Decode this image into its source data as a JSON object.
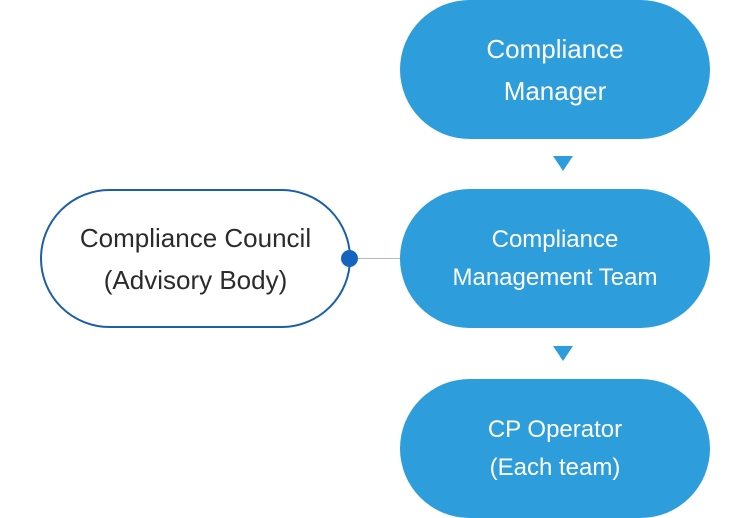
{
  "nodes": {
    "manager": {
      "lines": [
        "Compliance",
        "Manager"
      ]
    },
    "team": {
      "lines": [
        "Compliance",
        "Management Team"
      ]
    },
    "operator": {
      "lines": [
        "CP Operator",
        "(Each team)"
      ]
    },
    "council": {
      "lines": [
        "Compliance Council",
        "(Advisory Body)"
      ]
    }
  },
  "colors": {
    "node_fill": "#2e9ddb",
    "outline_border": "#1b5fa8",
    "connector_dot": "#1565c0",
    "connector_line": "#b8b8b8"
  }
}
